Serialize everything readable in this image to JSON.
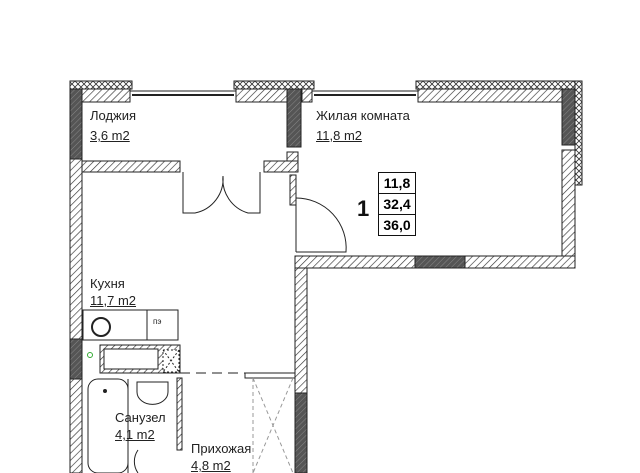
{
  "apartment": {
    "rooms_count": "1",
    "areas": {
      "living": "11,8",
      "useful": "32,4",
      "total": "36,0"
    }
  },
  "rooms": [
    {
      "name": "Лоджия",
      "area": "3,6 m2"
    },
    {
      "name": "Жилая комната",
      "area": "11,8 m2"
    },
    {
      "name": "Кухня",
      "area": "11,7 m2"
    },
    {
      "name": "Санузел",
      "area": "4,1 m2"
    },
    {
      "name": "Прихожая",
      "area": "4,8 m2"
    }
  ],
  "fixtures": {
    "stove_label": "пэ"
  },
  "colors": {
    "wall": "#333333",
    "dark_wall": "#555555",
    "line": "#222222"
  }
}
